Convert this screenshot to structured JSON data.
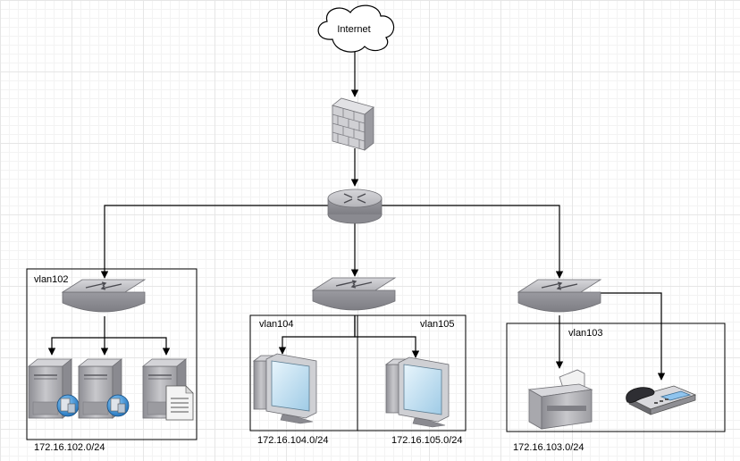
{
  "internet": {
    "label": "Internet"
  },
  "vlans": {
    "vlan102": {
      "label": "vlan102",
      "subnet": "172.16.102.0/24"
    },
    "vlan104": {
      "label": "vlan104",
      "subnet": "172.16.104.0/24"
    },
    "vlan105": {
      "label": "vlan105",
      "subnet": "172.16.105.0/24"
    },
    "vlan103": {
      "label": "vlan103",
      "subnet": "172.16.103.0/24"
    }
  },
  "colors": {
    "device_gray": "#a9a9ad",
    "screen_blue": "#bfe0f4",
    "line": "#000000"
  }
}
